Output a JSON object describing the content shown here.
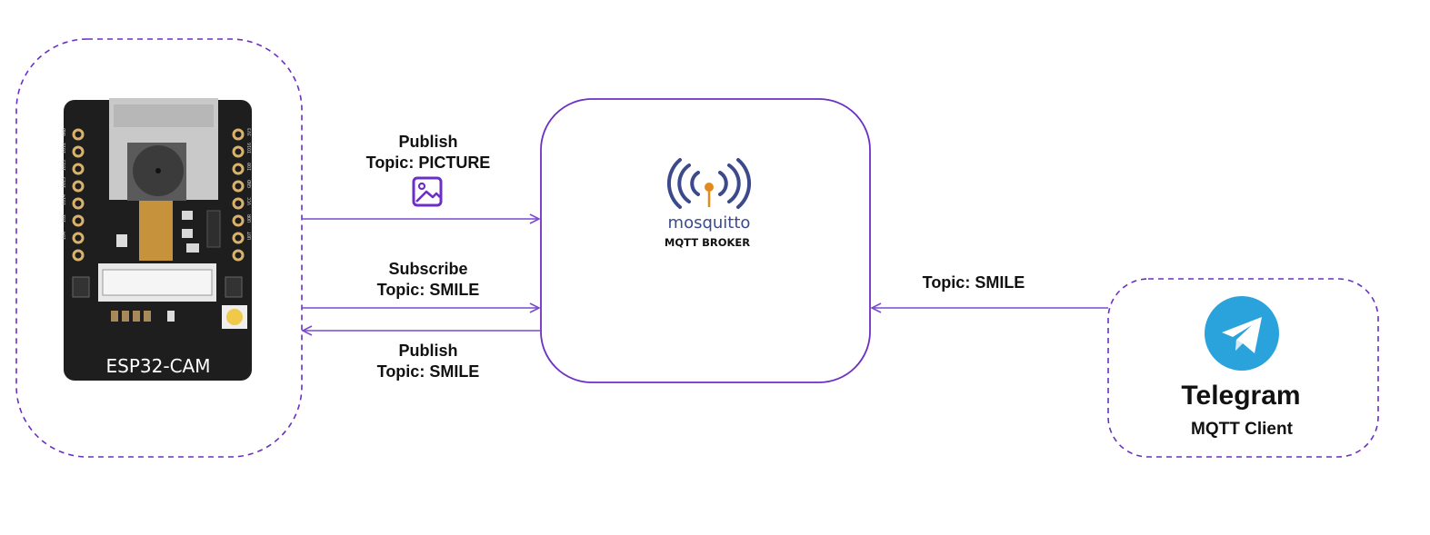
{
  "colors": {
    "accent": "#6b2fc4",
    "arrow": "#7a4ad0",
    "board": "#1e1e1e",
    "mosquitto_blue": "#3c4a8c",
    "mosquitto_orange": "#e48a1c",
    "telegram_blue": "#2aa3dc"
  },
  "esp32": {
    "label": "ESP32-CAM",
    "pins_left": [
      "GND",
      "IO12",
      "IO13",
      "IO15",
      "IO14",
      "IO2",
      "IO4"
    ],
    "pins_right": [
      "3V3",
      "IO16",
      "IO0",
      "GND",
      "VCC",
      "UOR",
      "UOT"
    ]
  },
  "broker": {
    "logo_text": "mosquitto",
    "subtitle": "MQTT BROKER"
  },
  "telegram": {
    "title": "Telegram",
    "subtitle": "MQTT Client"
  },
  "arrows": {
    "publish_picture": {
      "action": "Publish",
      "topic": "Topic: PICTURE",
      "icon": "image-icon"
    },
    "subscribe_smile": {
      "action": "Subscribe",
      "topic": "Topic: SMILE"
    },
    "publish_smile": {
      "action": "Publish",
      "topic": "Topic: SMILE"
    },
    "telegram_smile": {
      "topic": "Topic: SMILE"
    }
  }
}
